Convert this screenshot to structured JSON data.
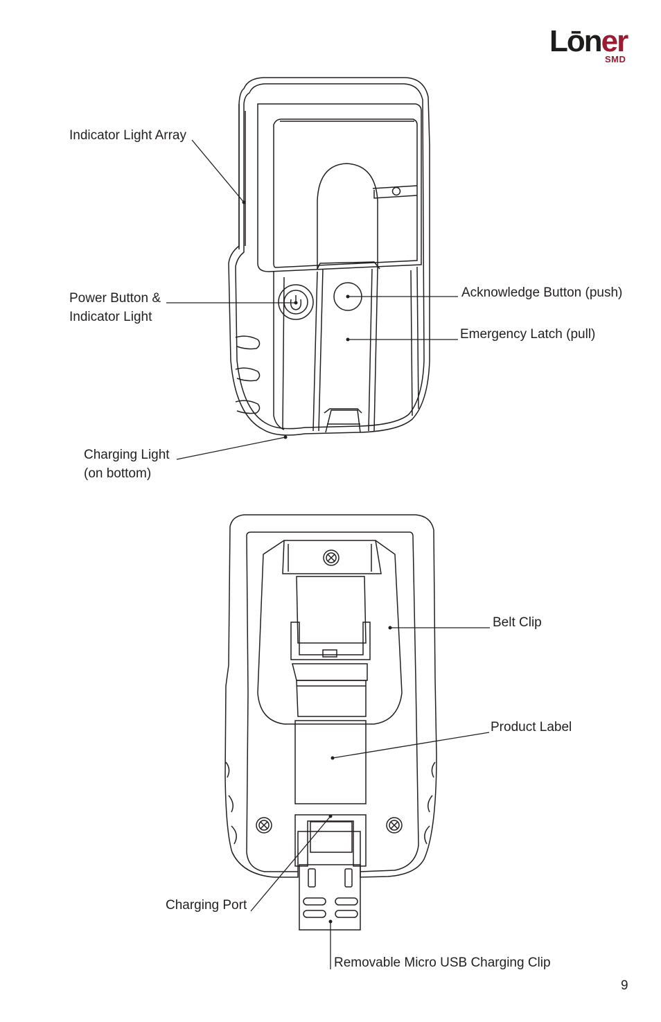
{
  "logo": {
    "word_dark": "Lōn",
    "word_red": "er",
    "sub": "SMD"
  },
  "labels": {
    "indicator_light_array": "Indicator Light Array",
    "power_button_line1": "Power Button &",
    "power_button_line2": "Indicator Light",
    "acknowledge_button": "Acknowledge Button (push)",
    "emergency_latch": "Emergency Latch (pull)",
    "charging_light_line1": "Charging Light",
    "charging_light_line2": "(on bottom)",
    "belt_clip": "Belt Clip",
    "product_label": "Product Label",
    "charging_port": "Charging Port",
    "usb_clip": "Removable Micro USB Charging Clip"
  },
  "page_number": "9"
}
